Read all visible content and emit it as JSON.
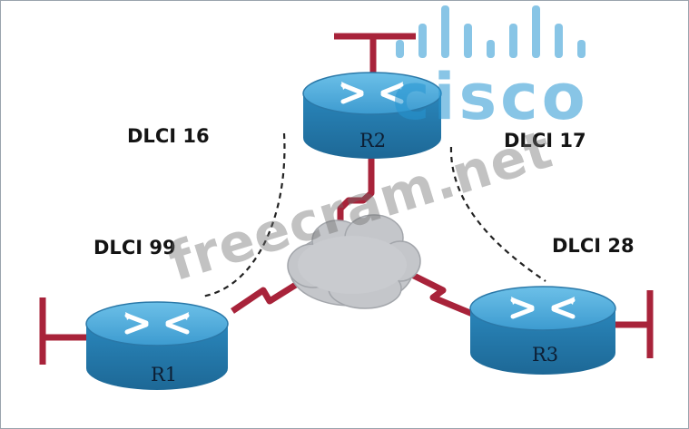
{
  "routers": [
    {
      "id": "r1",
      "label": "R1"
    },
    {
      "id": "r2",
      "label": "R2"
    },
    {
      "id": "r3",
      "label": "R3"
    }
  ],
  "dlci_labels": {
    "r2_left": "DLCI 16",
    "r2_right": "DLCI 17",
    "r1": "DLCI 99",
    "r3": "DLCI 28"
  },
  "watermark": {
    "logo_text": "cisco",
    "site_text": "freecram.net"
  },
  "colors": {
    "router_body": "#2f8bc0",
    "router_top": "#5cb2dd",
    "serial_link": "#a8233a",
    "cloud": "#c4c6ca",
    "logo": "#2696d2"
  }
}
